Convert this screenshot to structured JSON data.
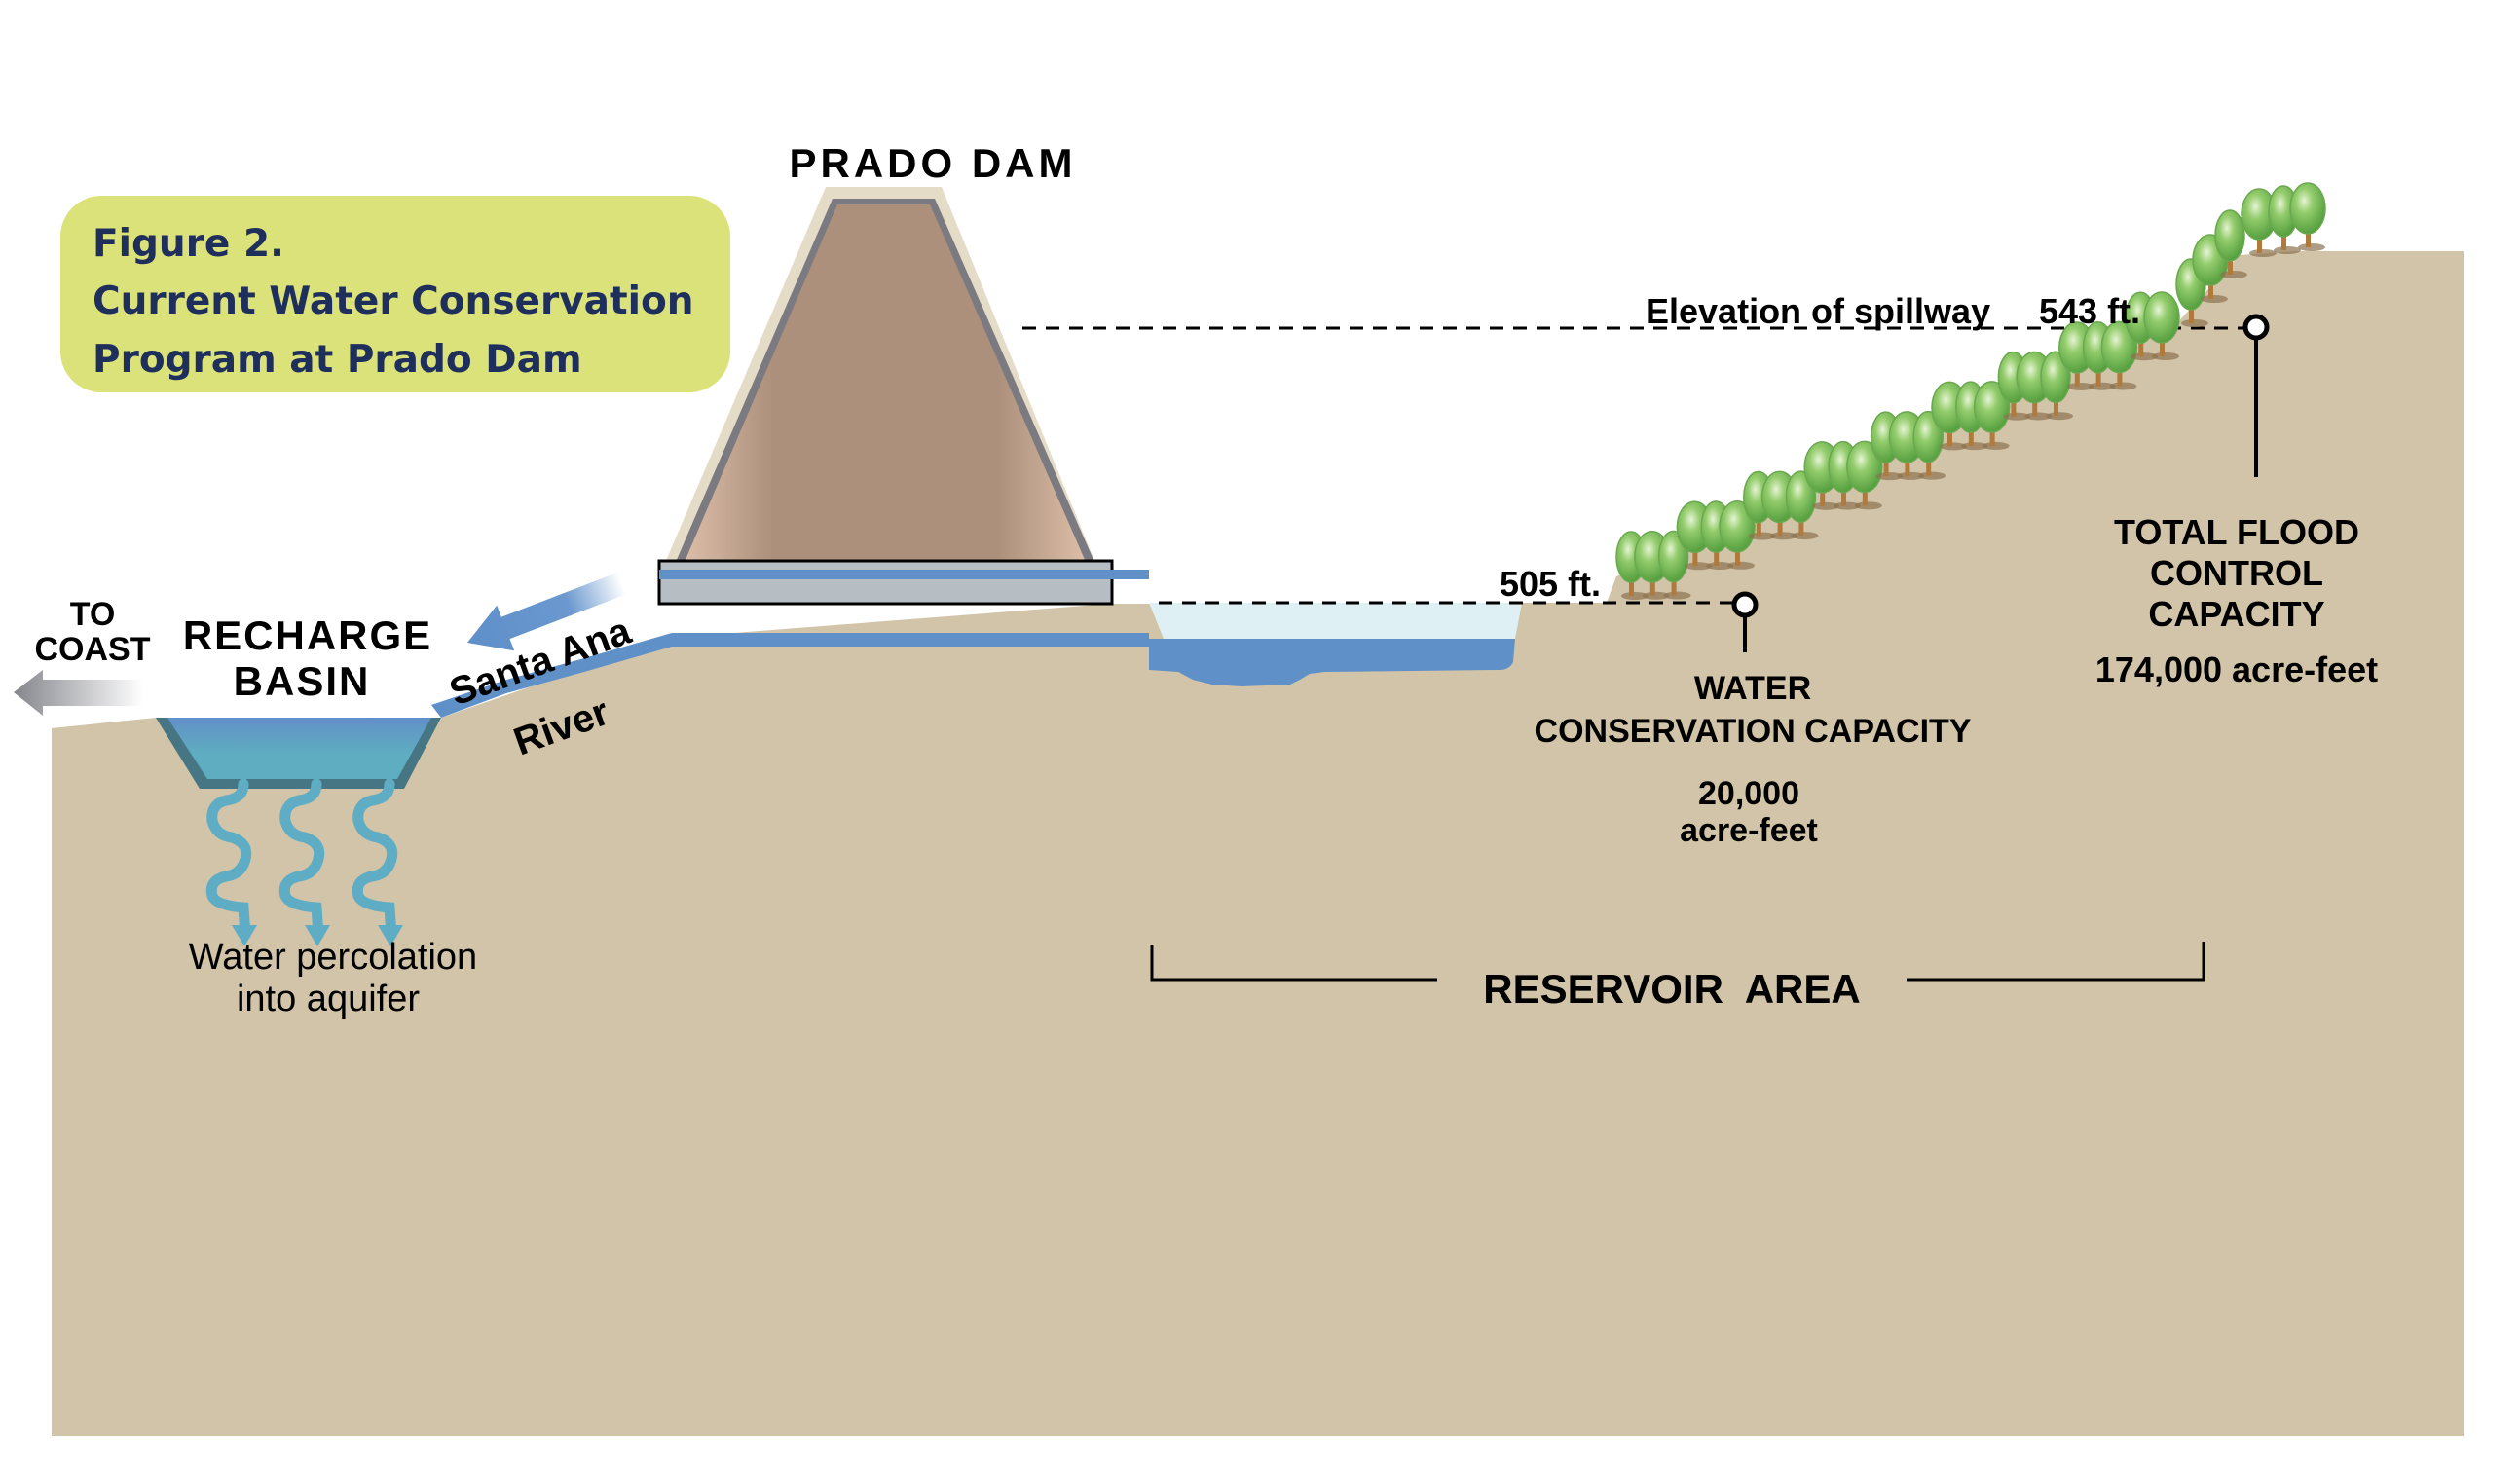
{
  "figure": {
    "number_label": "Figure 2.",
    "title_line1": "Current Water Conservation",
    "title_line2": "Program at Prado Dam"
  },
  "labels": {
    "dam": "PRADO DAM",
    "to_coast_line1": "TO",
    "to_coast_line2": "COAST",
    "recharge_basin_line1": "RECHARGE",
    "recharge_basin_line2": "BASIN",
    "river_line1": "Santa Ana",
    "river_line2": "River",
    "percolation_line1": "Water percolation",
    "percolation_line2": "into aquifer",
    "spillway": "Elevation of spillway",
    "spillway_elevation": "543 ft.",
    "conservation_elevation": "505 ft.",
    "conservation_title_line1": "WATER",
    "conservation_title_line2": "CONSERVATION CAPACITY",
    "conservation_value_line1": "20,000",
    "conservation_value_line2": "acre-feet",
    "flood_title_line1": "TOTAL FLOOD",
    "flood_title_line2": "CONTROL",
    "flood_title_line3": "CAPACITY",
    "flood_value": "174,000 acre-feet",
    "reservoir_area": "RESERVOIR  AREA"
  },
  "colors": {
    "ground": "#d2c4a8",
    "title_box": "#dce27a",
    "title_text": "#1f2f5c",
    "water_dark": "#6090c8",
    "water_light": "#dff0f4",
    "basin_water_top": "#6090c8",
    "basin_water_bottom": "#5fadc0",
    "basin_edge": "#467683",
    "percolation": "#5fadc4",
    "dam_fill": "#ac907c",
    "dam_edge_light": "#d6b8a4",
    "dam_outline": "#7a7a80",
    "dam_shell": "#e5dcc8",
    "dam_base": "#b6bec4",
    "tree_green": "#7cbf5a",
    "tree_dark": "#4e9a3a"
  },
  "elevations": {
    "spillway_ft": 543,
    "conservation_ft": 505
  },
  "capacities": {
    "water_conservation_acre_feet": 20000,
    "total_flood_control_acre_feet": 174000
  }
}
